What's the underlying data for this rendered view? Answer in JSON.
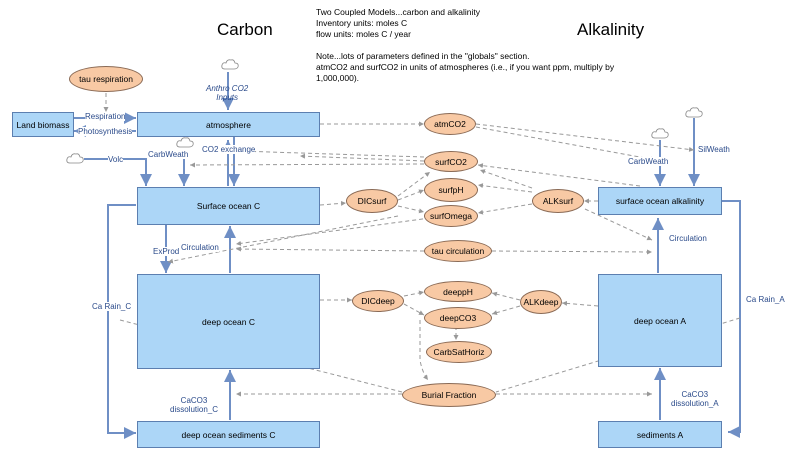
{
  "titles": {
    "carbon": "Carbon",
    "alkalinity": "Alkalinity"
  },
  "notes": [
    "Two Coupled Models...carbon and alkalinity",
    "Inventory units: moles C",
    "flow units: moles C / year",
    "",
    "Note...lots of parameters defined in the \"globals\" section.",
    "atmCO2 and surfCO2 in units of atmospheres (i.e., if you want ppm, multiply by 1,000,000)."
  ],
  "stocks": {
    "land_biomass": "Land biomass",
    "atmosphere": "atmosphere",
    "surface_ocean_c": "Surface ocean C",
    "deep_ocean_c": "deep ocean C",
    "deep_ocean_sediments_c": "deep ocean sediments C",
    "surface_ocean_alkalinity": "surface ocean alkalinity",
    "deep_ocean_a": "deep ocean A",
    "sediments_a": "sediments A"
  },
  "variables": {
    "tau_respiration": "tau respiration",
    "atmco2": "atmCO2",
    "surfco2": "surfCO2",
    "surfph": "surfpH",
    "surfomega": "surfOmega",
    "dicsurf": "DICsurf",
    "alksurf": "ALKsurf",
    "tau_circulation": "tau circulation",
    "deepph": "deeppH",
    "deepco3": "deepCO3",
    "dicdeep": "DICdeep",
    "alkdeep": "ALKdeep",
    "carbsathoriz": "CarbSatHoriz",
    "burial_fraction": "Burial Fraction"
  },
  "flows": {
    "respiration": "Respiration",
    "photosynthesis": "Photosynthesis",
    "anthro_co2_inputs": "Anthro CO2\nInputs",
    "co2_exchange": "CO2 exchange",
    "carbweath_c": "CarbWeath",
    "volc": "Volc",
    "exprod": "ExProd",
    "circulation_c": "Circulation",
    "ca_rain_c": "Ca Rain_C",
    "caco3_dissolution_c": "CaCO3\ndissolution_C",
    "carbweath_a": "CarbWeath",
    "silweath": "SilWeath",
    "circulation_a": "Circulation",
    "ca_rain_a": "Ca Rain_A",
    "caco3_dissolution_a": "CaCO3\ndissolution_A"
  },
  "colors": {
    "stock_fill": "#acd6f7",
    "variable_fill": "#f8c9a4",
    "flow_pipe": "#6f8fc5",
    "connector": "#999999"
  }
}
